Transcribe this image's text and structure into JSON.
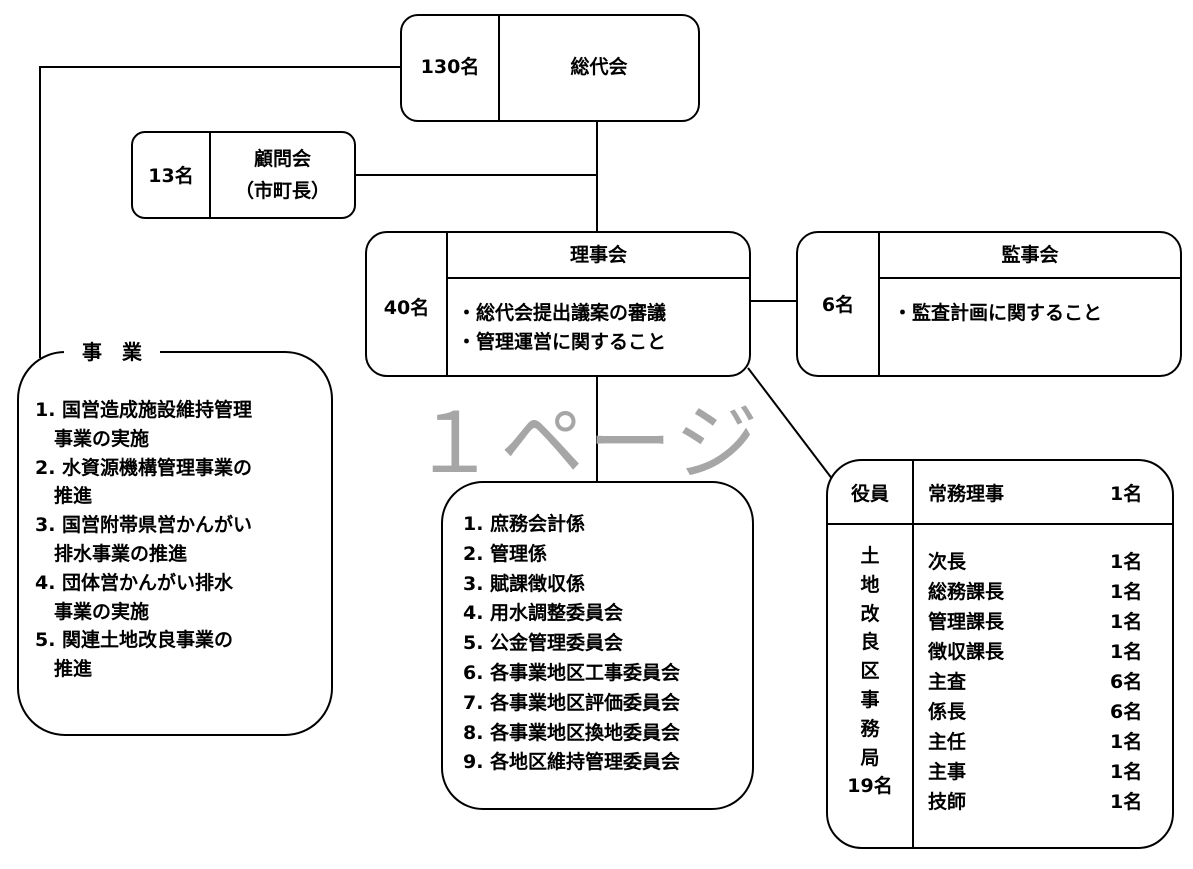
{
  "general_assembly": {
    "count": "130名",
    "name": "総代会"
  },
  "advisory": {
    "count": "13名",
    "name": "顧問会",
    "sub": "（市町長）"
  },
  "board": {
    "count": "40名",
    "name": "理事会",
    "items": [
      "・総代会提出議案の審議",
      "・管理運営に関すること"
    ]
  },
  "auditors": {
    "count": "6名",
    "name": "監事会",
    "items": [
      "・監査計画に関すること"
    ]
  },
  "business": {
    "title": "事　業",
    "items": [
      [
        "1. 国営造成施設維持管理",
        "　事業の実施"
      ],
      [
        "2. 水資源機構管理事業の",
        "　推進"
      ],
      [
        "3. 国営附帯県営かんがい",
        "　排水事業の推進"
      ],
      [
        "4. 団体営かんがい排水",
        "　事業の実施"
      ],
      [
        "5. 関連土地改良事業の",
        "　推進"
      ]
    ]
  },
  "sections": {
    "items": [
      "1. 庶務会計係",
      "2. 管理係",
      "3. 賦課徴収係",
      "4. 用水調整委員会",
      "5. 公金管理委員会",
      "6. 各事業地区工事委員会",
      "7. 各事業地区評価委員会",
      "8. 各事業地区換地委員会",
      "9. 各地区維持管理委員会"
    ]
  },
  "office": {
    "officer_label": "役員",
    "officer_role": "常務理事",
    "officer_count": "1名",
    "name_chars": [
      "土",
      "地",
      "改",
      "良",
      "区",
      "事",
      "務",
      "局"
    ],
    "total": "19名",
    "staff": [
      {
        "role": "次長",
        "count": "1名"
      },
      {
        "role": "総務課長",
        "count": "1名"
      },
      {
        "role": "管理課長",
        "count": "1名"
      },
      {
        "role": "徴収課長",
        "count": "1名"
      },
      {
        "role": "主査",
        "count": "6名"
      },
      {
        "role": "係長",
        "count": "6名"
      },
      {
        "role": "主任",
        "count": "1名"
      },
      {
        "role": "主事",
        "count": "1名"
      },
      {
        "role": "技師",
        "count": "1名"
      }
    ]
  },
  "watermark": "１ページ"
}
